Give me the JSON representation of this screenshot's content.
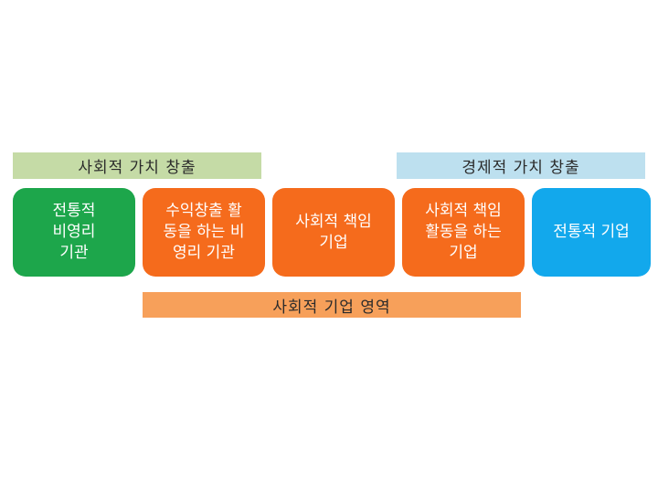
{
  "bands": {
    "social_value": "사회적 가치 창출",
    "economic_value": "경제적 가치 창출",
    "social_enterprise_area": "사회적 기업 영역"
  },
  "boxes": [
    {
      "label": "전통적\n비영리\n기관"
    },
    {
      "label": "수익창출 활\n동을 하는 비\n영리 기관"
    },
    {
      "label": "사회적 책임\n기업"
    },
    {
      "label": "사회적 책임\n활동을 하는\n기업"
    },
    {
      "label": "전통적 기업"
    }
  ],
  "colors": {
    "social_band": "#c5dba6",
    "economic_band": "#bde0ef",
    "area_band": "#f7a05a",
    "nonprofit": "#1da64b",
    "hybrid": "#f56b1c",
    "for_profit": "#12a8ec"
  }
}
